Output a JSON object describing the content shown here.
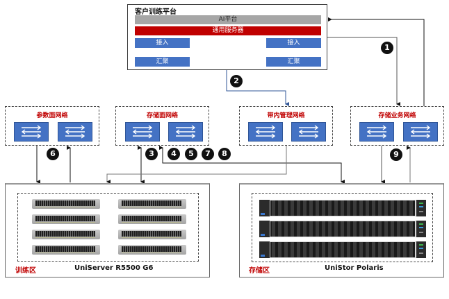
{
  "platform": {
    "title": "客户训练平台",
    "ai_layer": "AI平台",
    "server_layer": "通用服务器",
    "access_left": "接入",
    "access_right": "接入",
    "aggregation_left": "汇聚",
    "aggregation_right": "汇聚"
  },
  "networks": [
    {
      "id": "param",
      "title": "参数面网络",
      "switch_icon": "switch-icon"
    },
    {
      "id": "storage-plane",
      "title": "存储面网络",
      "switch_icon": "switch-icon"
    },
    {
      "id": "inband-mgmt",
      "title": "带内管理网络",
      "switch_icon": "switch-icon"
    },
    {
      "id": "storage-service",
      "title": "存储业务网络",
      "switch_icon": "switch-icon"
    }
  ],
  "badges": [
    "1",
    "2",
    "3",
    "4",
    "5",
    "7",
    "8",
    "6",
    "9"
  ],
  "zones": {
    "training": {
      "label": "训练区",
      "model": "UniServer R5500 G6",
      "server_count": 8
    },
    "storage": {
      "label": "存储区",
      "model": "UniStor Polaris",
      "node_count": 3
    }
  },
  "colors": {
    "title_red": "#c00000",
    "switch_blue": "#4472c4",
    "ai_gray": "#a6a6a6",
    "server_red": "#c00000",
    "arrow_mgmt": "#2f5597"
  }
}
